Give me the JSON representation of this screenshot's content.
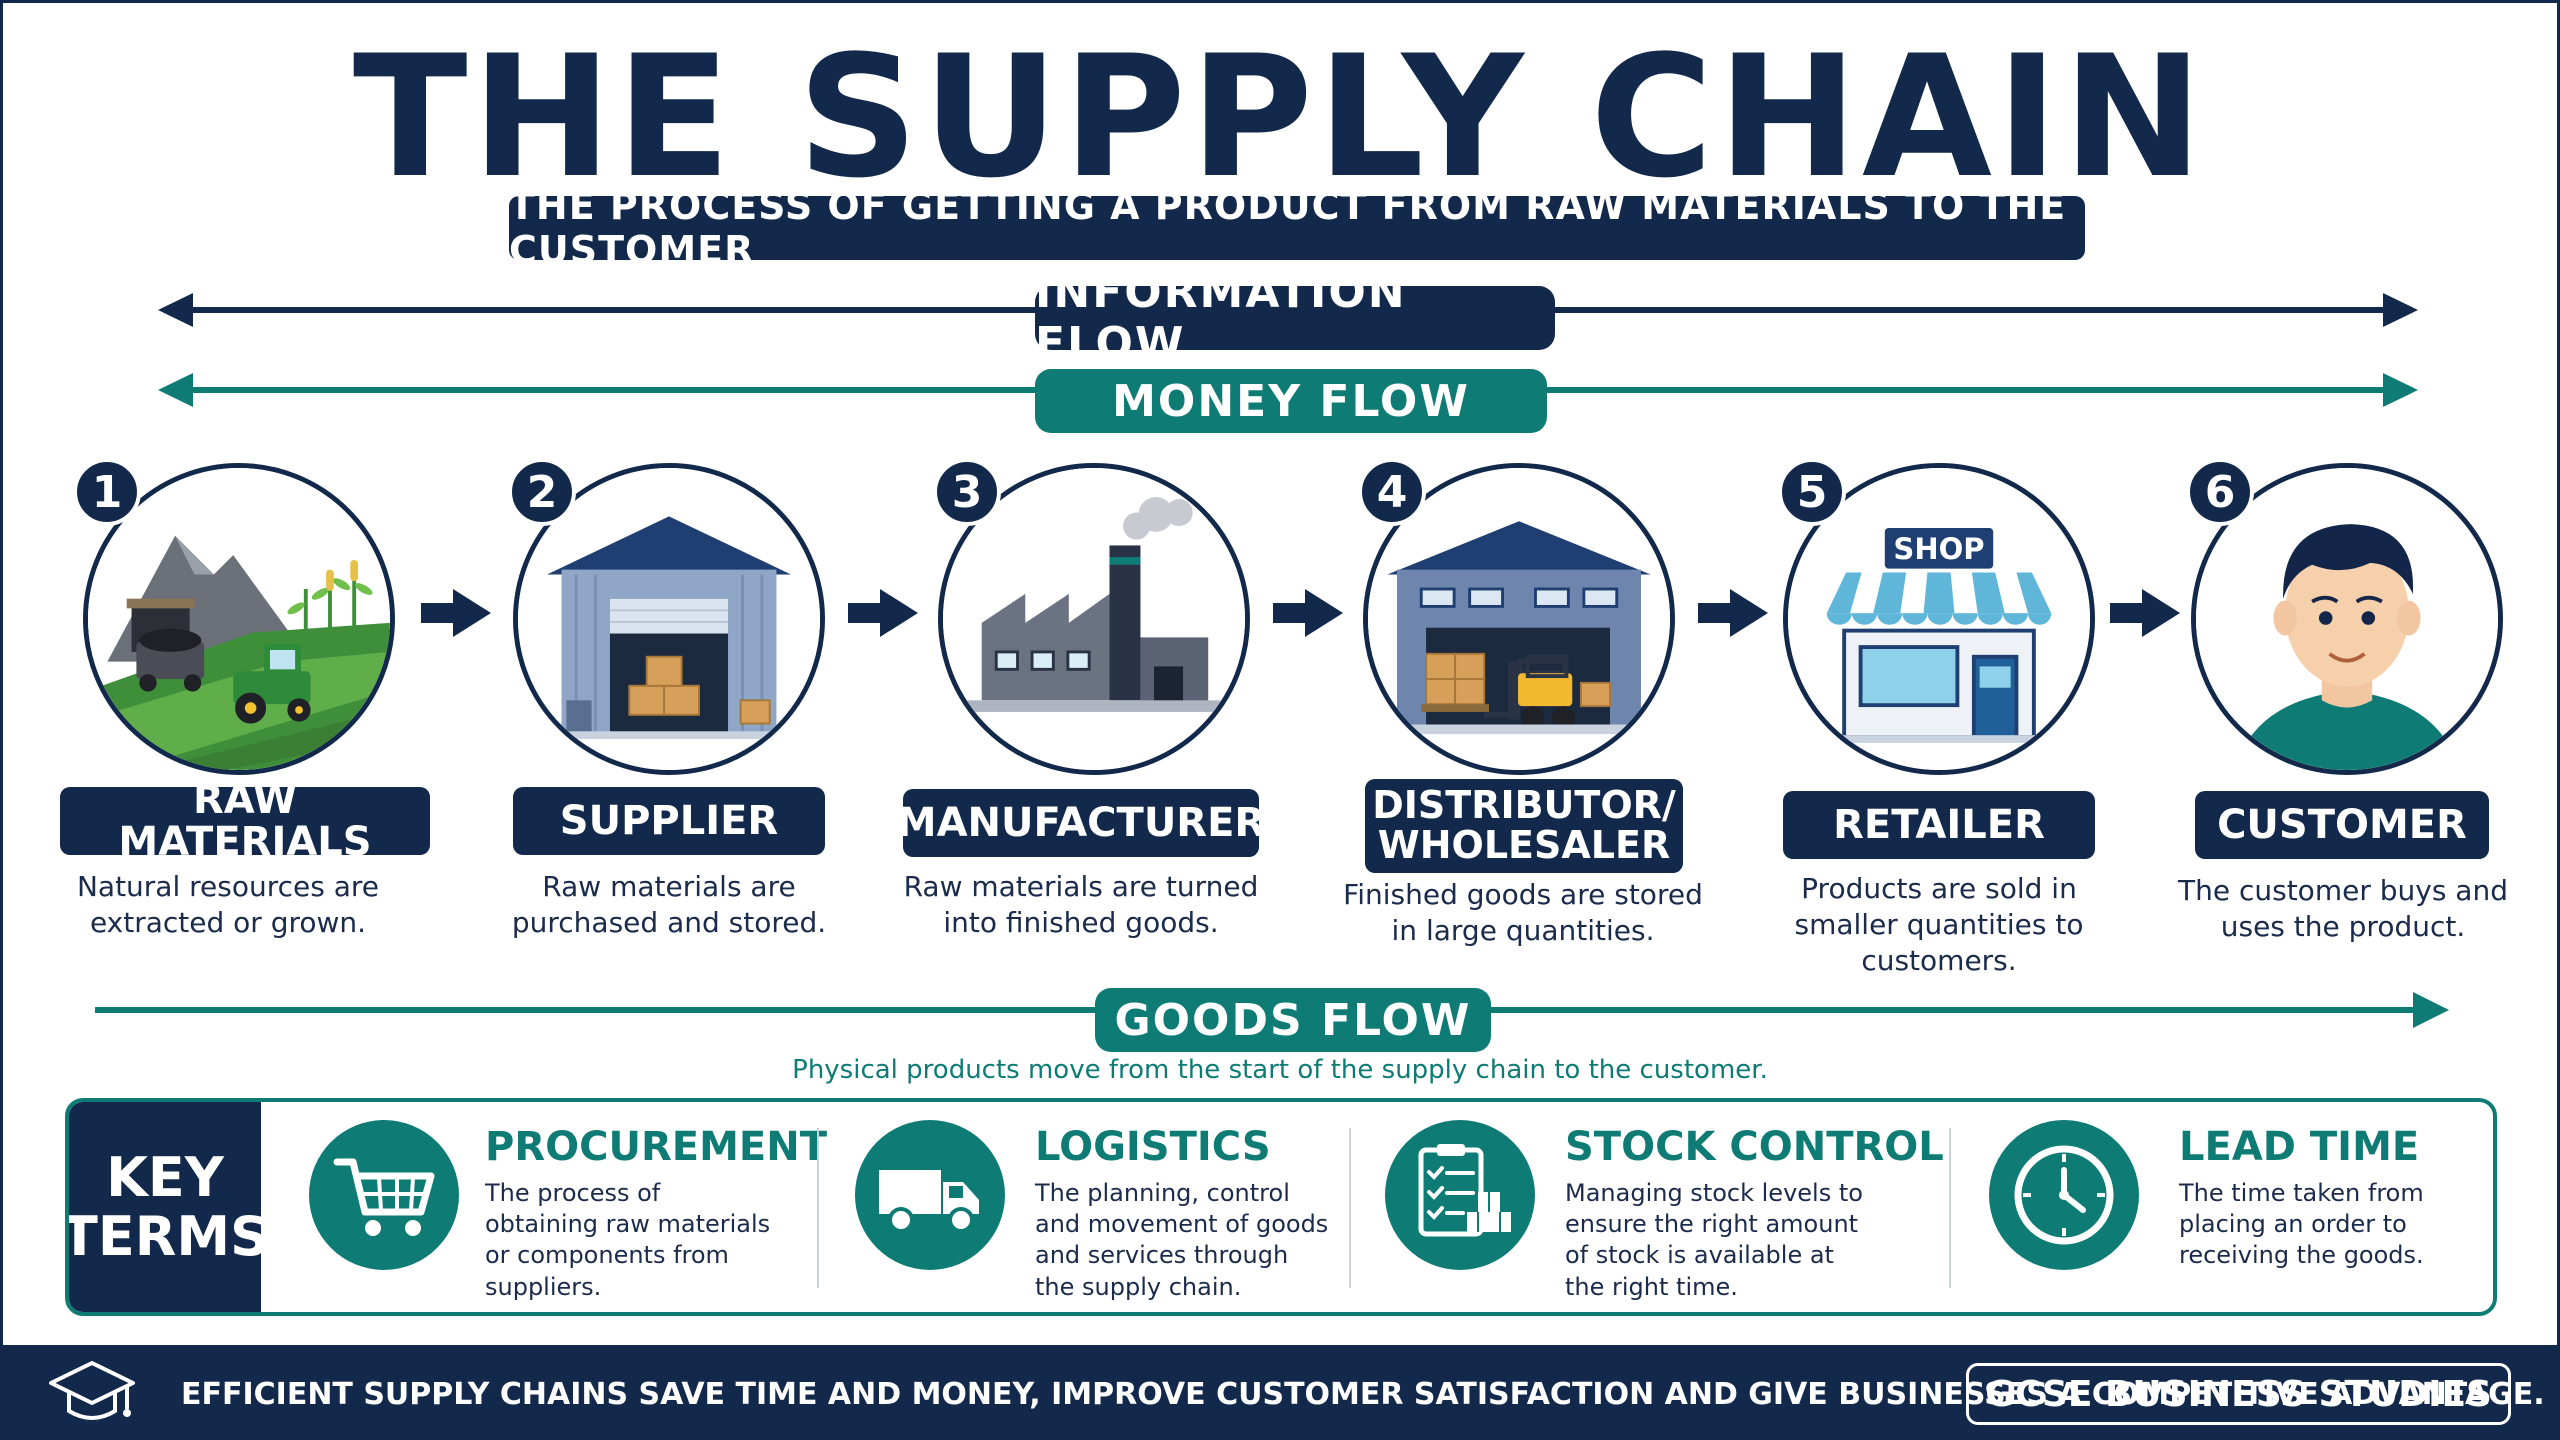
{
  "title": "THE SUPPLY CHAIN",
  "subtitle": "THE PROCESS OF GETTING A PRODUCT FROM RAW MATERIALS TO THE CUSTOMER",
  "flows": {
    "information": "INFORMATION FLOW",
    "money": "MONEY FLOW",
    "goods": "GOODS FLOW",
    "goods_caption": "Physical products move from the start of the supply chain to the customer."
  },
  "stages": [
    {
      "number": "1",
      "label": "RAW MATERIALS",
      "description": "Natural resources are extracted or grown.",
      "icon": "mine-farm-icon"
    },
    {
      "number": "2",
      "label": "SUPPLIER",
      "description": "Raw materials are purchased and stored.",
      "icon": "warehouse-icon"
    },
    {
      "number": "3",
      "label": "MANUFACTURER",
      "description": "Raw materials are turned into finished goods.",
      "icon": "factory-icon"
    },
    {
      "number": "4",
      "label": "DISTRIBUTOR/ WHOLESALER",
      "description": "Finished goods are stored in large quantities.",
      "icon": "distribution-centre-icon"
    },
    {
      "number": "5",
      "label": "RETAILER",
      "description": "Products are sold in smaller quantities to customers.",
      "icon": "shop-icon",
      "shop_sign": "SHOP"
    },
    {
      "number": "6",
      "label": "CUSTOMER",
      "description": "The customer buys and uses the product.",
      "icon": "person-icon"
    }
  ],
  "key_terms": {
    "heading_line1": "KEY",
    "heading_line2": "TERMS",
    "items": [
      {
        "title": "PROCUREMENT",
        "description": "The process of obtaining raw materials or components from suppliers.",
        "icon": "shopping-cart-icon"
      },
      {
        "title": "LOGISTICS",
        "description": "The planning, control and movement of goods and services through the supply chain.",
        "icon": "delivery-truck-icon"
      },
      {
        "title": "STOCK CONTROL",
        "description": "Managing stock levels to ensure the right amount of stock is available at the right time.",
        "icon": "clipboard-checklist-icon"
      },
      {
        "title": "LEAD TIME",
        "description": "The time taken from placing an order to receiving the goods.",
        "icon": "clock-icon"
      }
    ]
  },
  "footer": {
    "text": "EFFICIENT SUPPLY CHAINS SAVE TIME AND MONEY, IMPROVE CUSTOMER SATISFACTION AND GIVE BUSINESSES A COMPETITIVE ADVANTAGE.",
    "badge": "GCSE BUSINESS STUDIES",
    "icon": "graduation-cap-icon"
  },
  "colors": {
    "navy": "#13294b",
    "teal": "#0e7c74"
  }
}
